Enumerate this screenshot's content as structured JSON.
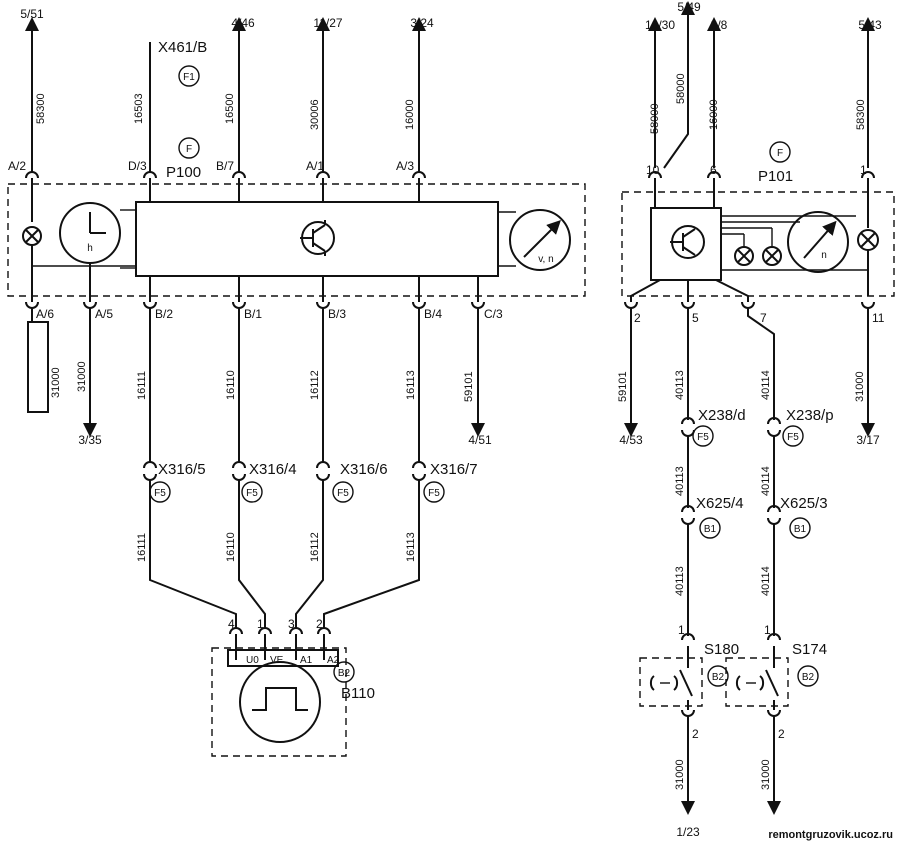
{
  "top_refs": {
    "r1": "5/51",
    "r2": "4/46",
    "r3": "11/27",
    "r4": "3/24",
    "r5": "10/30",
    "r6": "5/49",
    "r7": "3/8",
    "r8": "5/43"
  },
  "bottom_refs": {
    "b1": "3/35",
    "b2": "4/51",
    "b3": "4/53",
    "b4": "3/17",
    "b5": "1/23"
  },
  "connectors": {
    "x461": "X461/B",
    "x316_5": "X316/5",
    "x316_4": "X316/4",
    "x316_6": "X316/6",
    "x316_7": "X316/7",
    "x238_d": "X238/d",
    "x238_p": "X238/p",
    "x625_4": "X625/4",
    "x625_3": "X625/3"
  },
  "components": {
    "p100": "P100",
    "p101": "P101",
    "b110": "B110",
    "s180": "S180",
    "s174": "S174"
  },
  "markers": {
    "f1": "F1",
    "f": "F",
    "f5": "F5",
    "b1": "B1",
    "b2": "B2"
  },
  "pins_p100": {
    "a2": "A/2",
    "d3": "D/3",
    "b7": "B/7",
    "a1": "A/1",
    "a3": "A/3",
    "a6": "A/6",
    "a5": "A/5",
    "b2": "B/2",
    "b1": "B/1",
    "b3": "B/3",
    "b4": "B/4",
    "c3": "C/3"
  },
  "pins_p101": {
    "p10": "10",
    "p6": "6",
    "p1": "1",
    "p2": "2",
    "p5": "5",
    "p7": "7",
    "p11": "11"
  },
  "pins_b110": {
    "n4": "4",
    "n1": "1",
    "n3": "3",
    "n2": "2",
    "u0": "U0",
    "ve": "VE",
    "a1": "A1",
    "a2": "A2"
  },
  "switch_pins": {
    "top": "1",
    "bottom": "2"
  },
  "wires": {
    "w58300": "58300",
    "w16503": "16503",
    "w16500": "16500",
    "w30006": "30006",
    "w16000": "16000",
    "w31000": "31000",
    "w16111": "16111",
    "w16110": "16110",
    "w16112": "16112",
    "w16113": "16113",
    "w59101": "59101",
    "w58000": "58000",
    "w40113": "40113",
    "w40114": "40114"
  },
  "gauge_marks": {
    "h": "h",
    "vn": "v, n",
    "n": "n"
  },
  "watermark": "remontgruzovik.ucoz.ru"
}
